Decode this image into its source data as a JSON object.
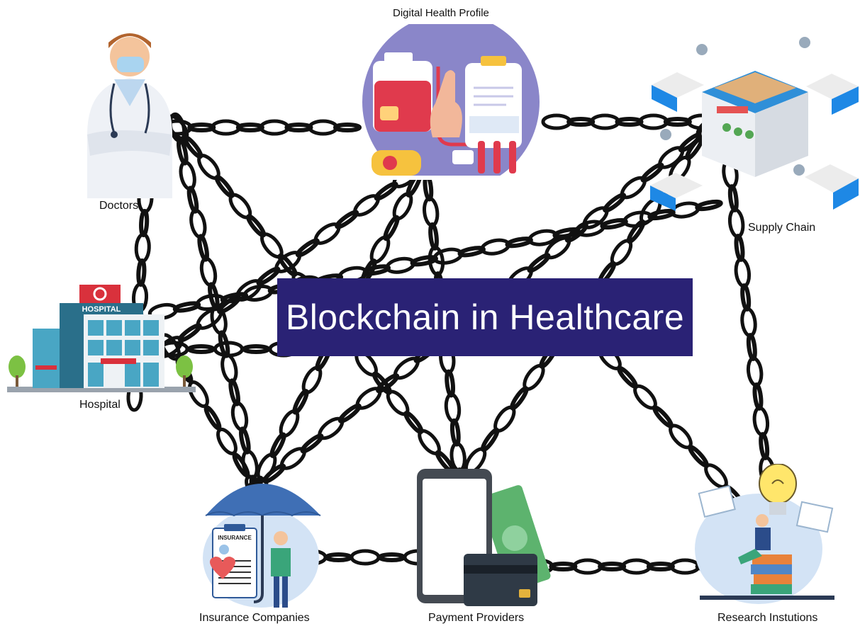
{
  "title": "Blockchain in Healthcare",
  "nodes": {
    "digital_health_profile": "Digital Health Profile",
    "doctors": "Doctors",
    "supply_chain": "Supply Chain",
    "hospital": "Hospital",
    "hospital_sign": "HOSPITAL",
    "insurance": "Insurance Companies",
    "insurance_form": "INSURANCE",
    "payment": "Payment Providers",
    "research": "Research Instutions"
  },
  "colors": {
    "title_bg": "#2a2275",
    "chain": "#111111",
    "profile_bg": "#8a86c9",
    "umbrella": "#3f6fb5"
  },
  "connections": [
    [
      "doctors",
      "digital_health_profile"
    ],
    [
      "digital_health_profile",
      "supply_chain"
    ],
    [
      "doctors",
      "hospital"
    ],
    [
      "doctors",
      "insurance"
    ],
    [
      "doctors",
      "payment"
    ],
    [
      "hospital",
      "digital_health_profile"
    ],
    [
      "hospital",
      "supply_chain"
    ],
    [
      "hospital",
      "title"
    ],
    [
      "hospital",
      "insurance"
    ],
    [
      "digital_health_profile",
      "insurance"
    ],
    [
      "digital_health_profile",
      "payment"
    ],
    [
      "supply_chain",
      "payment"
    ],
    [
      "supply_chain",
      "insurance"
    ],
    [
      "supply_chain",
      "research"
    ],
    [
      "insurance",
      "payment"
    ],
    [
      "payment",
      "research"
    ],
    [
      "title",
      "research"
    ]
  ]
}
